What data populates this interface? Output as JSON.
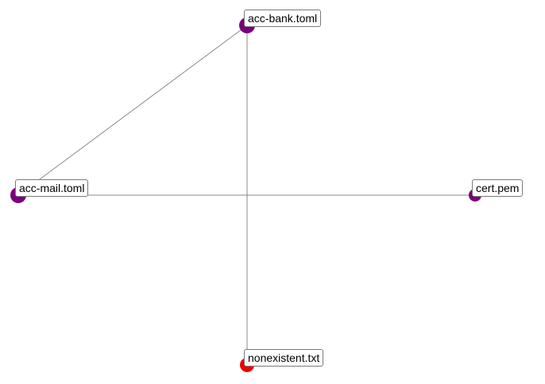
{
  "graph": {
    "nodes": [
      {
        "id": "acc-bank",
        "label": "acc-bank.toml",
        "color": "#7a007a"
      },
      {
        "id": "acc-mail",
        "label": "acc-mail.toml",
        "color": "#7a007a"
      },
      {
        "id": "cert",
        "label": "cert.pem",
        "color": "#7a007a"
      },
      {
        "id": "nonexistent",
        "label": "nonexistent.txt",
        "color": "#ee0000"
      }
    ],
    "edges": [
      {
        "from": "acc-bank",
        "to": "acc-mail"
      },
      {
        "from": "acc-bank",
        "to": "nonexistent"
      },
      {
        "from": "acc-mail",
        "to": "cert"
      }
    ]
  }
}
